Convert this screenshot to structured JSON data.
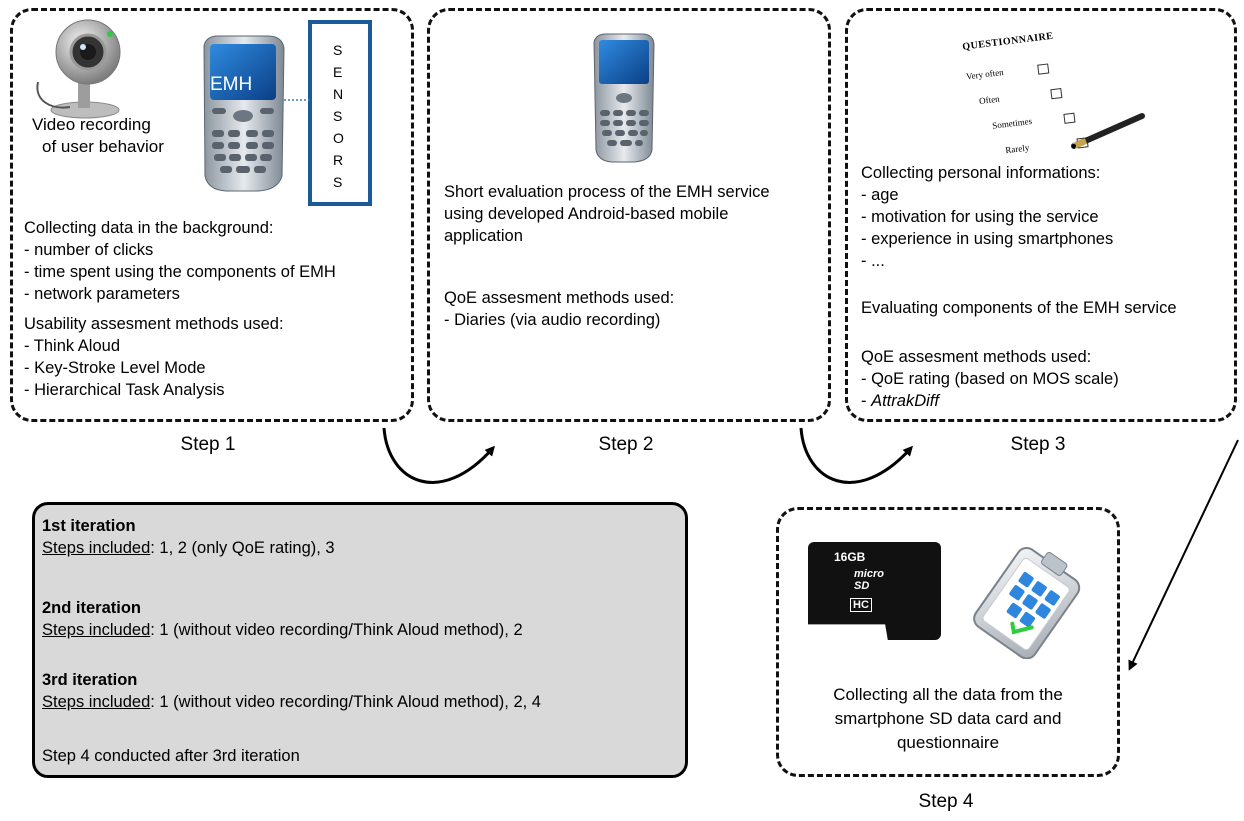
{
  "step1": {
    "label": "Step 1",
    "video_caption": [
      "Video recording",
      "of user behavior"
    ],
    "phone_screen": "EMH",
    "sensors_letters": [
      "S",
      "E",
      "N",
      "S",
      "O",
      "R",
      "S"
    ],
    "background_title": "Collecting data in the background:",
    "background_items": [
      "- number of clicks",
      "- time spent using the components of EMH",
      "- network parameters"
    ],
    "usability_title": "Usability assesment methods used:",
    "usability_items": [
      "- Think Aloud",
      "- Key-Stroke Level Mode",
      "- Hierarchical Task Analysis"
    ]
  },
  "step2": {
    "label": "Step 2",
    "desc_lines": [
      "Short evaluation process of the EMH service",
      "using developed Android-based mobile",
      "application"
    ],
    "qoe_title": "QoE assesment methods used:",
    "qoe_items": [
      "- Diaries (via audio recording)"
    ]
  },
  "step3": {
    "label": "Step 3",
    "questionnaire": {
      "title": "QUESTIONNAIRE",
      "options": [
        "Very often",
        "Often",
        "Sometimes",
        "Rarely"
      ]
    },
    "personal_title": "Collecting personal informations:",
    "personal_items": [
      "- age",
      "- motivation for using the service",
      "- experience in using smartphones",
      "- ..."
    ],
    "evaluating": "Evaluating components of the EMH service",
    "qoe_title": "QoE assesment methods used:",
    "qoe_item1": "- QoE rating (based on MOS scale)",
    "qoe_item2_prefix": "- ",
    "qoe_item2": "AttrakDiff"
  },
  "step4": {
    "label": "Step 4",
    "sd_capacity": "16GB",
    "sd_brand": [
      "micro",
      "SD",
      "HC"
    ],
    "desc_lines": [
      "Collecting all the data from the",
      "smartphone SD data card and",
      "questionnaire"
    ]
  },
  "iterations": [
    {
      "title": "1st iteration",
      "steps_label": "Steps included",
      "steps": ": 1, 2 (only QoE rating), 3"
    },
    {
      "title": "2nd iteration",
      "steps_label": "Steps included",
      "steps": ": 1 (without video recording/Think Aloud method), 2"
    },
    {
      "title": "3rd iteration",
      "steps_label": "Steps included",
      "steps": ": 1 (without video recording/Think Aloud method), 2, 4"
    }
  ],
  "iterations_note": "Step 4 conducted after 3rd iteration"
}
